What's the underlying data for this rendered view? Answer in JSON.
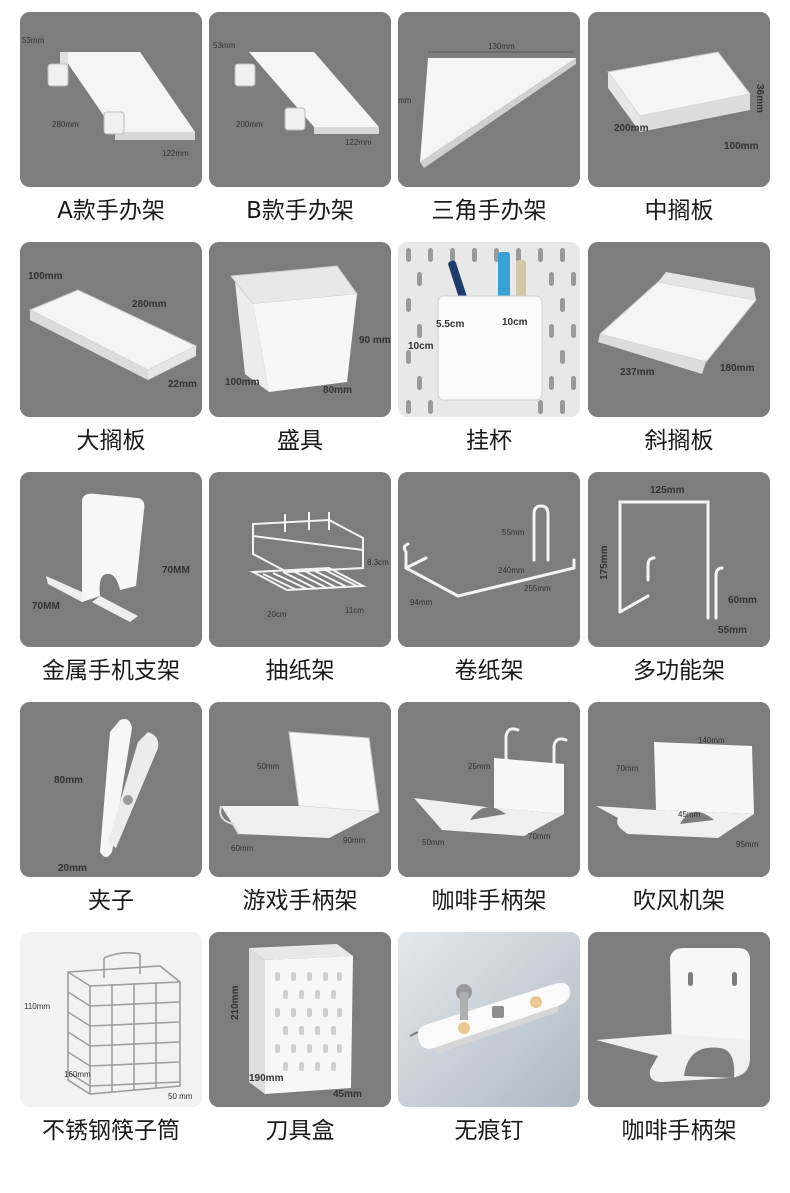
{
  "colors": {
    "tile_gray": "#7d7d7d",
    "tile_light": "#e8e8e8",
    "product_white": "#f7f7f7",
    "label_text": "#1a1a1a"
  },
  "items": [
    {
      "label": "A款手办架",
      "dims": [
        "53mm",
        "280mm",
        "122mm"
      ],
      "icon": "wall-shelf-a"
    },
    {
      "label": "B款手办架",
      "dims": [
        "53mm",
        "200mm",
        "122mm"
      ],
      "icon": "wall-shelf-b"
    },
    {
      "label": "三角手办架",
      "dims": [
        "130mm",
        "mm"
      ],
      "icon": "triangle-shelf"
    },
    {
      "label": "中搁板",
      "dims": [
        "36mm",
        "200mm",
        "100mm"
      ],
      "icon": "medium-shelf"
    },
    {
      "label": "大搁板",
      "dims": [
        "100mm",
        "280mm",
        "22mm"
      ],
      "icon": "large-shelf"
    },
    {
      "label": "盛具",
      "dims": [
        "90 mm",
        "100mm",
        "80mm"
      ],
      "icon": "container-box"
    },
    {
      "label": "挂杯",
      "dims": [
        "5.5cm",
        "10cm",
        "10cm"
      ],
      "icon": "hanging-cup"
    },
    {
      "label": "斜搁板",
      "dims": [
        "237mm",
        "180mm"
      ],
      "icon": "slanted-shelf"
    },
    {
      "label": "金属手机支架",
      "dims": [
        "70MM",
        "70MM"
      ],
      "icon": "phone-stand"
    },
    {
      "label": "抽纸架",
      "dims": [
        "8.3cm",
        "20cm",
        "11cm"
      ],
      "icon": "tissue-rack"
    },
    {
      "label": "卷纸架",
      "dims": [
        "55mm",
        "240mm",
        "255mm",
        "94mm"
      ],
      "icon": "roll-holder"
    },
    {
      "label": "多功能架",
      "dims": [
        "125mm",
        "175mm",
        "60mm",
        "55mm"
      ],
      "icon": "multi-hook"
    },
    {
      "label": "夹子",
      "dims": [
        "80mm",
        "20mm"
      ],
      "icon": "clip"
    },
    {
      "label": "游戏手柄架",
      "dims": [
        "50mm",
        "60mm",
        "90mm"
      ],
      "icon": "gamepad-holder"
    },
    {
      "label": "咖啡手柄架",
      "dims": [
        "25mm",
        "50mm",
        "70mm"
      ],
      "icon": "coffee-handle-holder"
    },
    {
      "label": "吹风机架",
      "dims": [
        "140mm",
        "70mm",
        "45mm",
        "95mm"
      ],
      "icon": "hairdryer-holder"
    },
    {
      "label": "不锈钢筷子筒",
      "dims": [
        "110mm",
        "160mm",
        "50 mm"
      ],
      "icon": "chopstick-basket"
    },
    {
      "label": "刀具盒",
      "dims": [
        "210mm",
        "190mm",
        "45mm"
      ],
      "icon": "knife-box"
    },
    {
      "label": "无痕钉",
      "dims": [],
      "icon": "traceless-nail"
    },
    {
      "label": "咖啡手柄架",
      "dims": [],
      "icon": "coffee-handle-holder"
    }
  ]
}
